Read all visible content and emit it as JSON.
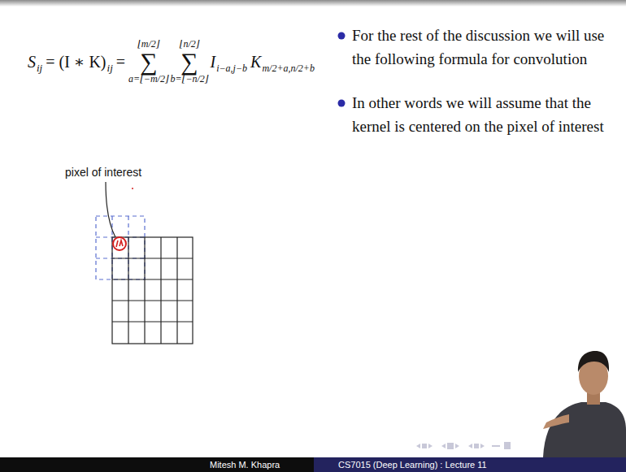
{
  "diagram": {
    "labels": [
      "S",
      "ij",
      "= (I ∗ K)",
      "ij",
      "=",
      "⌊m/2⌋",
      "∑",
      "a=⌊−m/2⌋",
      "⌊n/2⌋",
      "∑",
      "b=⌊−n/2⌋",
      "I",
      "i−a,j−b",
      "K",
      "m/2+a,n/2+b",
      "For the rest of the discussion we will use the following formula for convolution",
      "In other words we will assume that the kernel is centered on the pixel of interest",
      "pixel of interest",
      "Mitesh M. Khapra",
      "CS7015 (Deep Learning) : Lecture 11"
    ]
  }
}
